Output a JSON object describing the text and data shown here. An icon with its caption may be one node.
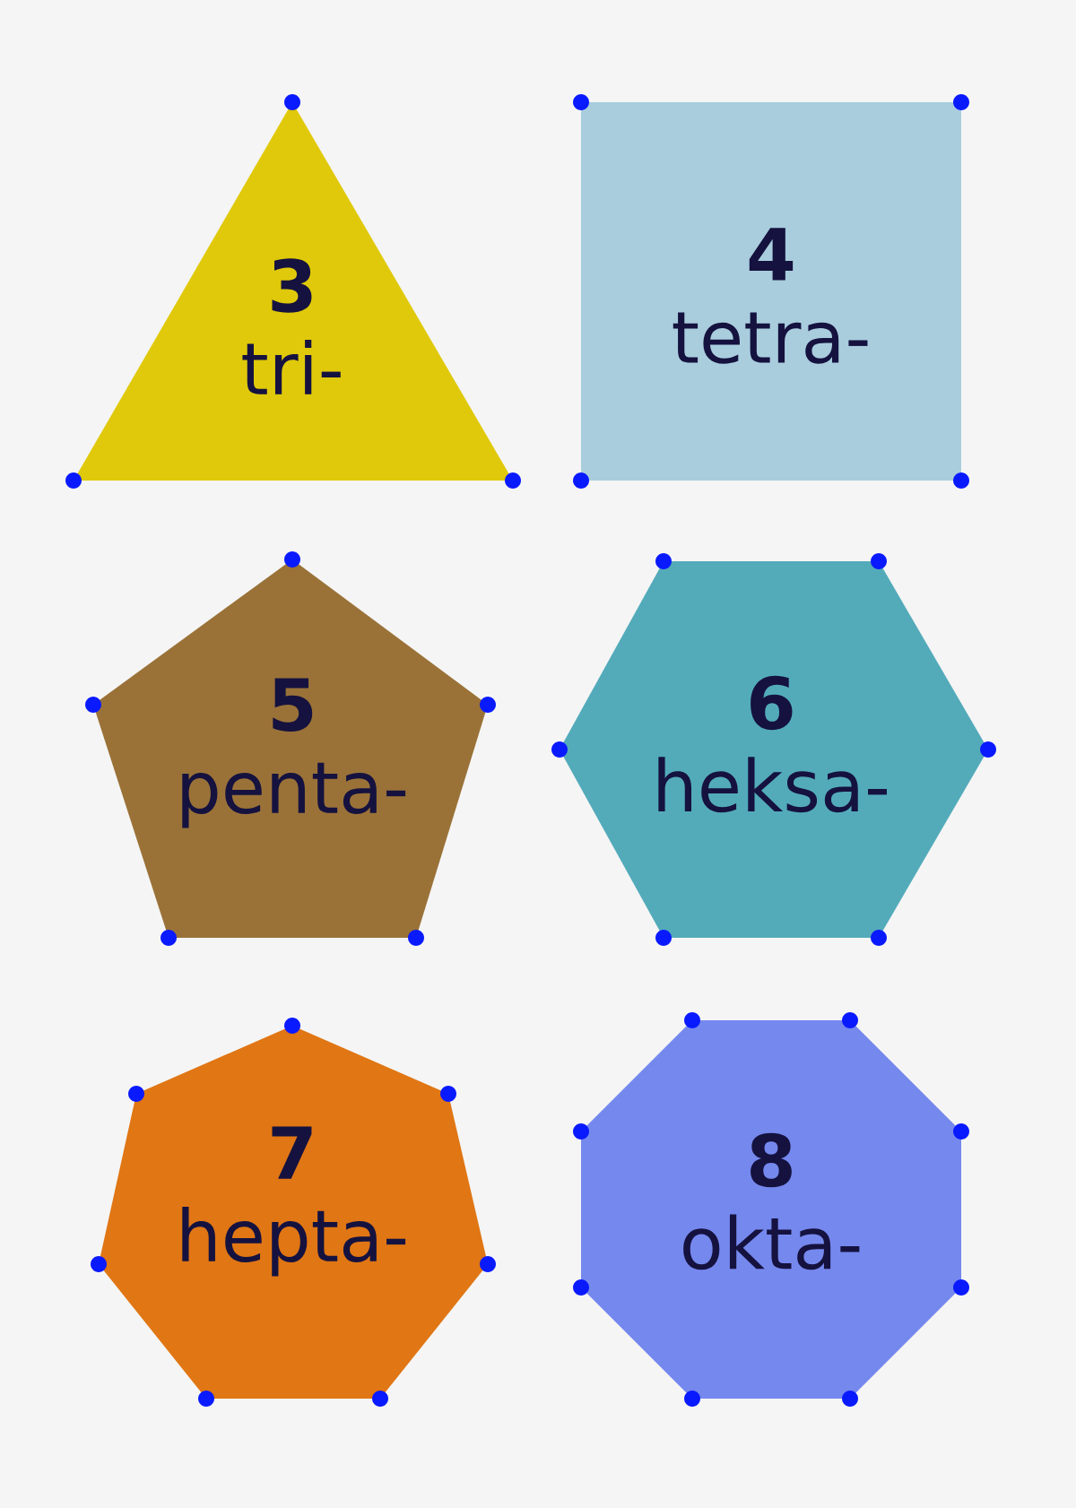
{
  "diagram": {
    "nodes": [
      {
        "text": [
          "**3**",
          "tri-"
        ]
      },
      {
        "text": [
          "**4**",
          "tetra-"
        ]
      },
      {
        "text": [
          "**5**",
          "penta-"
        ]
      },
      {
        "text": [
          "**6**",
          "heksa-"
        ]
      },
      {
        "text": [
          "**7**",
          "hepta-"
        ]
      },
      {
        "text": [
          "**8**",
          "okta-"
        ]
      }
    ]
  }
}
